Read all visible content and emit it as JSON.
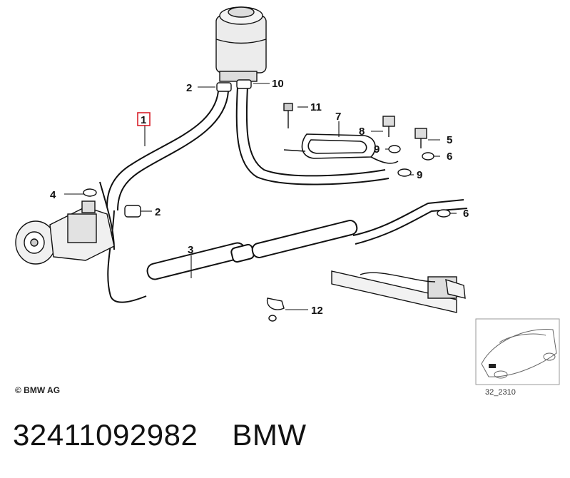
{
  "callouts": {
    "c1": "1",
    "c2a": "2",
    "c2b": "2",
    "c3": "3",
    "c4": "4",
    "c5": "5",
    "c6a": "6",
    "c6b": "6",
    "c7": "7",
    "c8": "8",
    "c9a": "9",
    "c9b": "9",
    "c10": "10",
    "c11": "11",
    "c12": "12"
  },
  "highlight_color": "#d8202a",
  "copyright": "© BMW AG",
  "inset_code": "32_2310",
  "caption": {
    "part_number": "32411092982",
    "brand": "BMW"
  }
}
